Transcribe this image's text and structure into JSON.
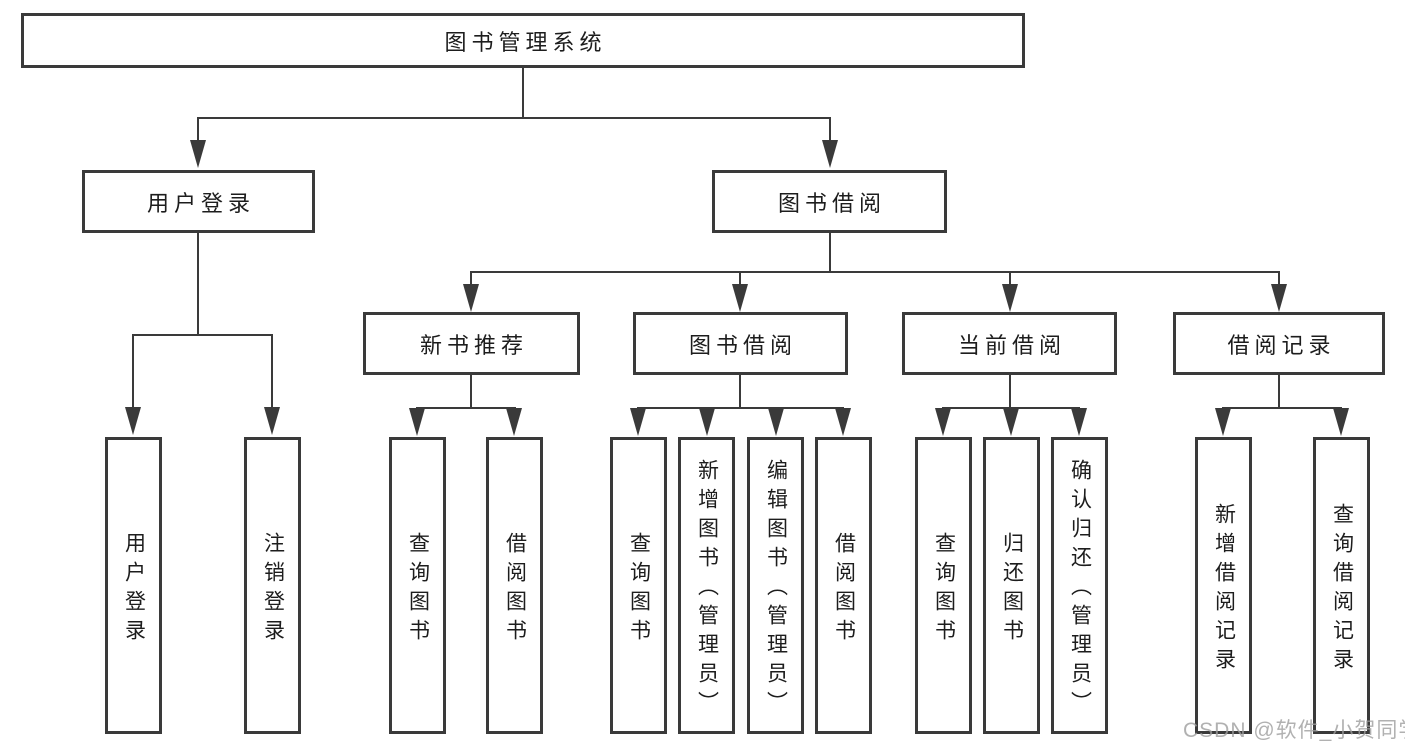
{
  "diagram": {
    "title": "图书管理系统",
    "root": {
      "label": "图书管理系统"
    },
    "branches": [
      {
        "label": "用户登录",
        "children": [
          {
            "label": "用户登录"
          },
          {
            "label": "注销登录"
          }
        ]
      },
      {
        "label": "新书推荐",
        "children": [
          {
            "label": "查询图书"
          },
          {
            "label": "借阅图书"
          }
        ]
      },
      {
        "label": "图书借阅",
        "children": [
          {
            "label": "查询图书"
          },
          {
            "label": "新增图书（管理员）"
          },
          {
            "label": "编辑图书（管理员）"
          },
          {
            "label": "借阅图书"
          }
        ]
      },
      {
        "label": "当前借阅",
        "children": [
          {
            "label": "查询图书"
          },
          {
            "label": "归还图书"
          },
          {
            "label": "确认归还（管理员）"
          }
        ]
      },
      {
        "label": "借阅记录",
        "children": [
          {
            "label": "新增借阅记录"
          },
          {
            "label": "查询借阅记录"
          }
        ]
      }
    ]
  },
  "watermark": {
    "text": "CSDN @软件_小贺同学"
  },
  "colors": {
    "line": "#3a3a3a",
    "text": "#1d1d1d",
    "background": "#ffffff",
    "watermark": "#9e9e9e"
  }
}
